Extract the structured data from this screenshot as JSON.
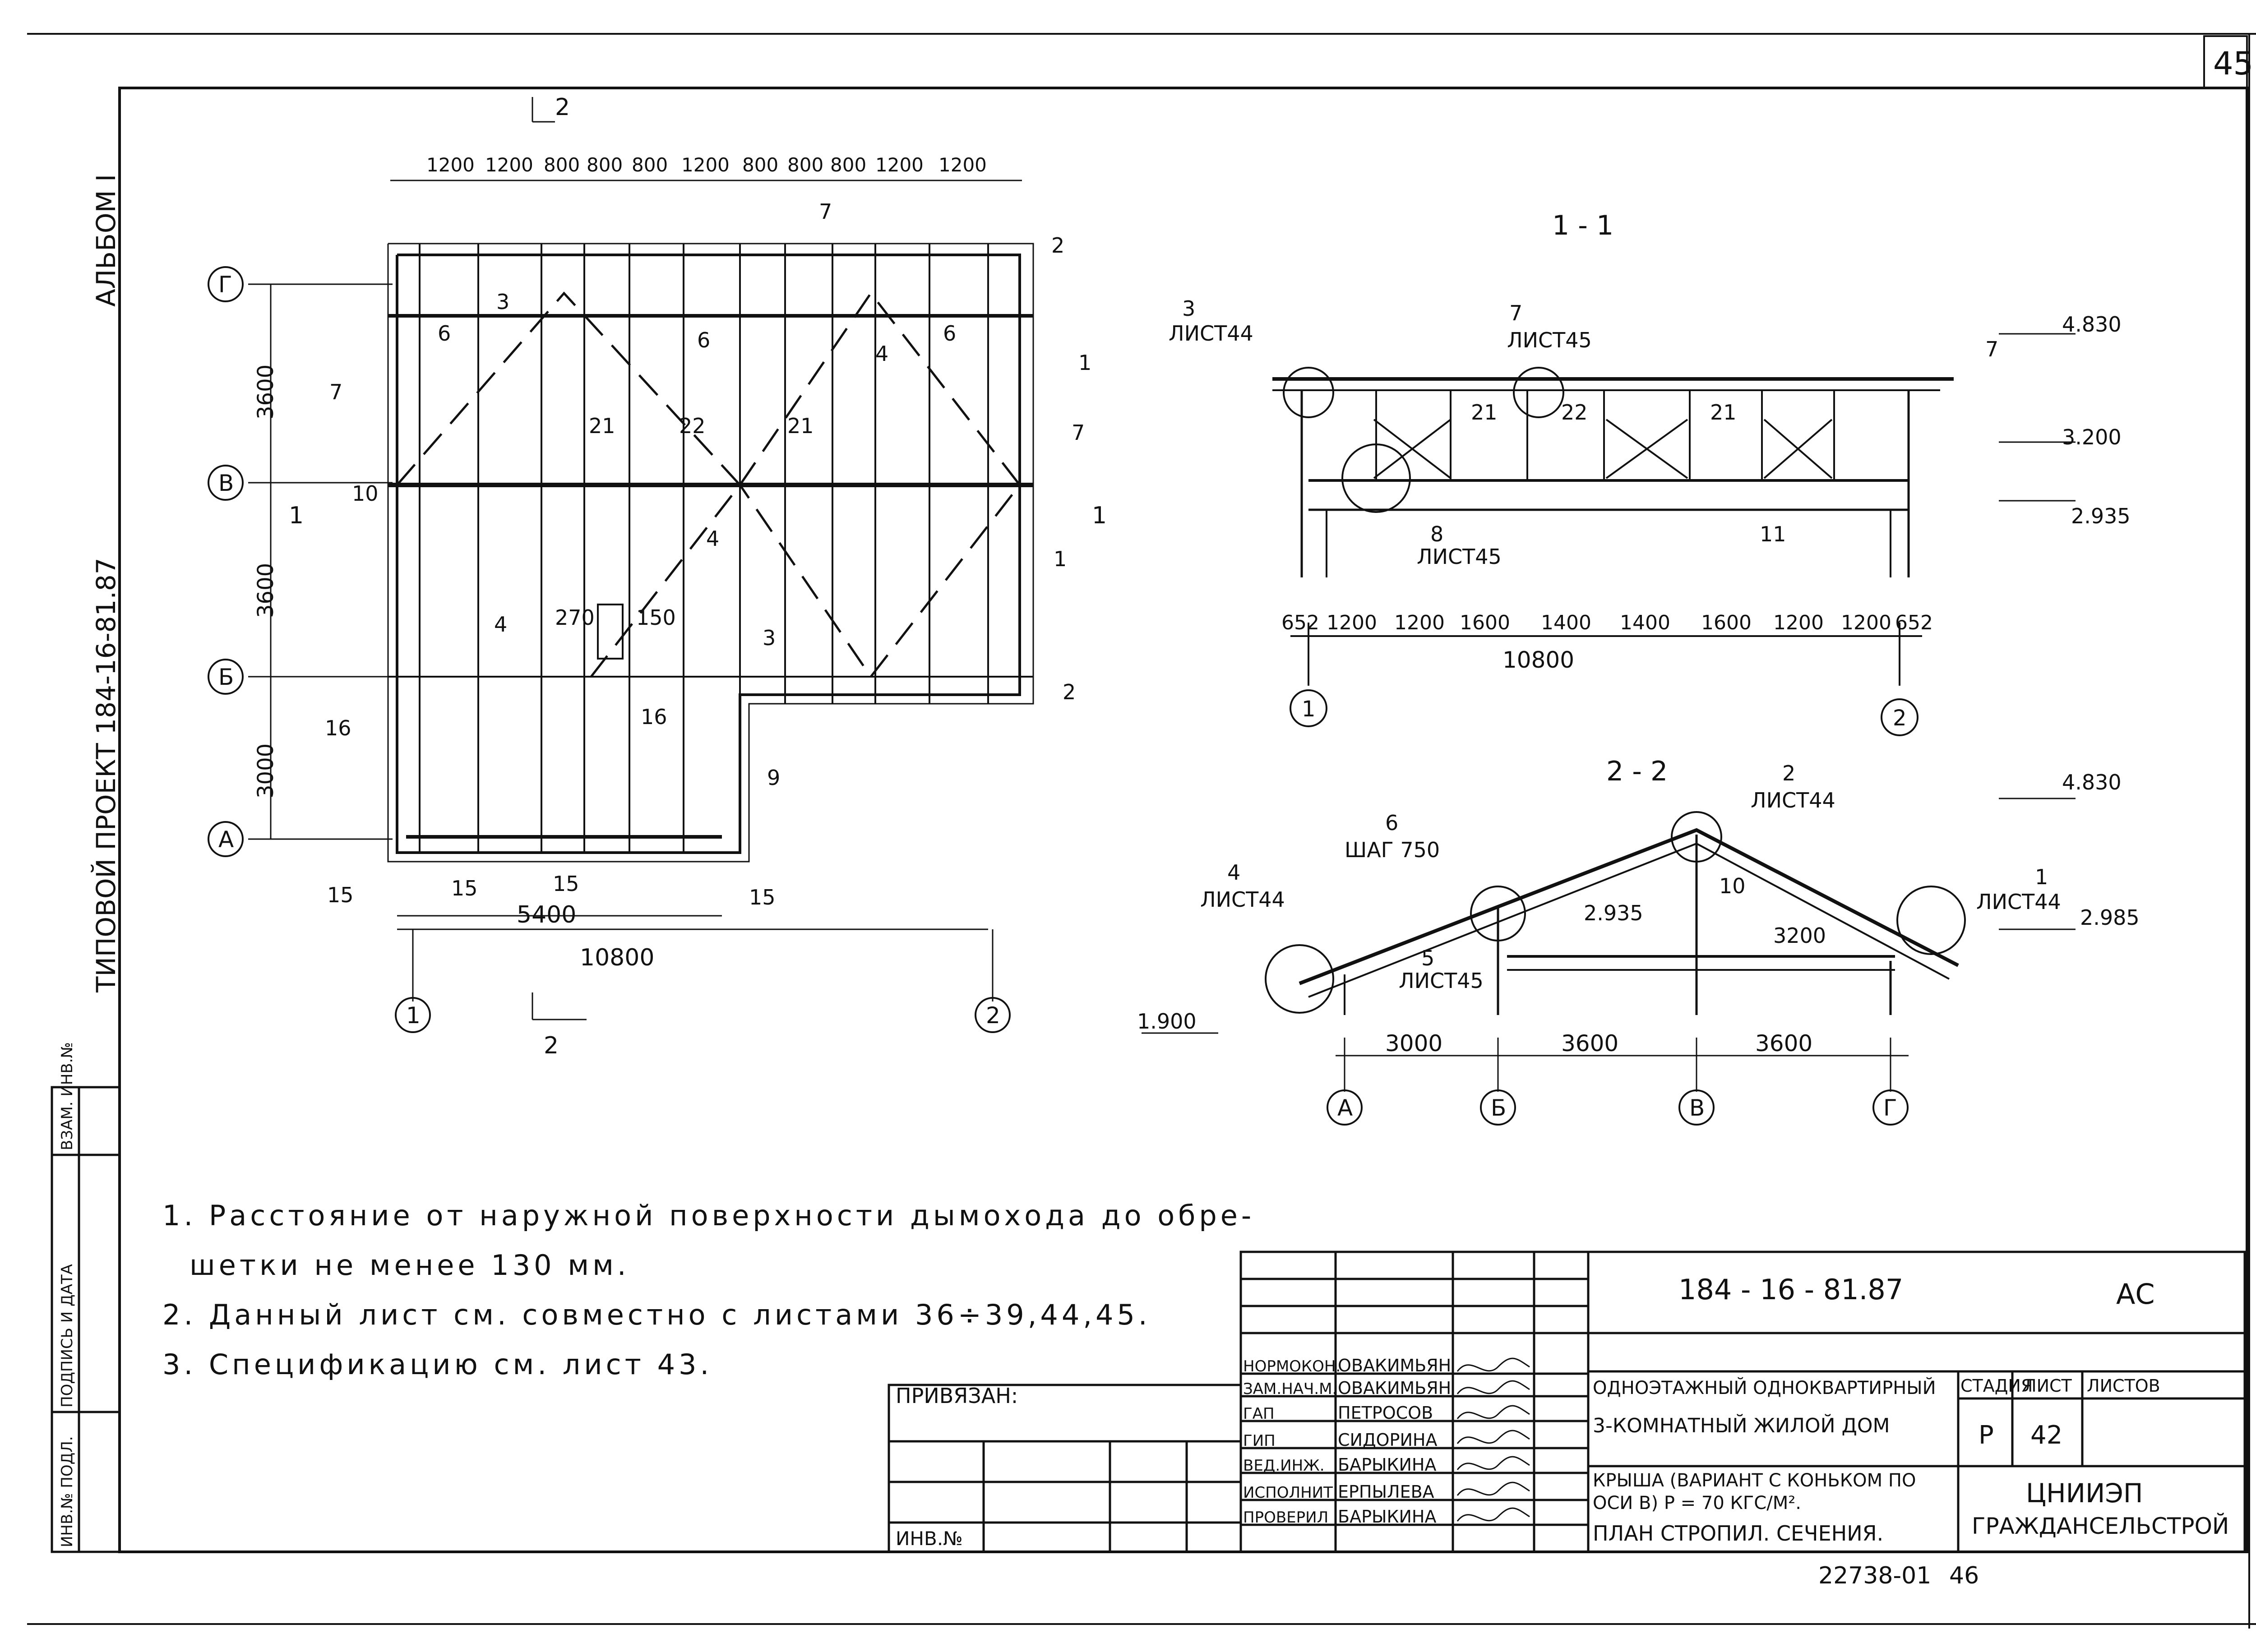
{
  "sheet": {
    "sheet_number": "45",
    "side_label": "АЛЬБОМ I",
    "side_project": "ТИПОВОЙ ПРОЕКТ 184-16-81.87",
    "side_boxes": [
      "ИНВ.№ ПОДЛ.",
      "ПОДПИСЬ И ДАТА",
      "ВЗАМ. ИНВ.№"
    ],
    "bottom_code": "22738-01",
    "bottom_page": "46"
  },
  "plan": {
    "top_dims": [
      "1200",
      "1200",
      "800",
      "800",
      "800",
      "1200",
      "800",
      "800",
      "800",
      "1200",
      "1200"
    ],
    "axes_rows": [
      "Г",
      "В",
      "Б",
      "А"
    ],
    "axes_cols": [
      "1",
      "2"
    ],
    "left_dims": [
      "3600",
      "3600",
      "3000"
    ],
    "bottom_dims": [
      "5400",
      "10800"
    ],
    "section_marks": [
      "2",
      "1"
    ],
    "callouts": [
      "7",
      "2",
      "3",
      "6",
      "6",
      "6",
      "4",
      "1",
      "7",
      "7",
      "10",
      "21",
      "22",
      "21",
      "4",
      "1",
      "4",
      "270",
      "150",
      "3",
      "2",
      "16",
      "16",
      "9",
      "15",
      "15",
      "15",
      "15"
    ]
  },
  "section_1": {
    "title": "1 - 1",
    "callout_left": {
      "num": "3",
      "sheet": "ЛИСТ44"
    },
    "callout_mid": {
      "num": "7",
      "sheet": "ЛИСТ45"
    },
    "callout_bottom": {
      "num": "8",
      "sheet": "ЛИСТ45"
    },
    "labels": [
      "21",
      "22",
      "21",
      "11",
      "7"
    ],
    "elevations": [
      "4.830",
      "3.200",
      "2.935"
    ],
    "dims": [
      "652",
      "1200",
      "1200",
      "1600",
      "1400",
      "1400",
      "1600",
      "1200",
      "1200",
      "652"
    ],
    "total": "10800",
    "axes": [
      "1",
      "2"
    ]
  },
  "section_2": {
    "title": "2 - 2",
    "callout_left": {
      "num": "4",
      "sheet": "ЛИСТ44"
    },
    "callout_top": {
      "num": "2",
      "sheet": "ЛИСТ44"
    },
    "callout_right": {
      "num": "1",
      "sheet": "ЛИСТ44"
    },
    "callout_mid": {
      "num": "5",
      "sheet": "ЛИСТ45"
    },
    "rafter": {
      "num": "6",
      "pitch": "ШАГ 750"
    },
    "post_label": "10",
    "elevations": [
      "4.830",
      "2.985",
      "2.935",
      "3200",
      "1.900"
    ],
    "dims": [
      "3000",
      "3600",
      "3600"
    ],
    "axes": [
      "А",
      "Б",
      "В",
      "Г"
    ]
  },
  "notes": [
    "1. Расстояние от наружной поверхности дымохода до обре-",
    "шетки не менее 130 мм.",
    "2. Данный лист см. совместно с листами 36÷39,44,45.",
    "3. Спецификацию см. лист 43."
  ],
  "title_block": {
    "doc_code": "184 - 16 - 81.87",
    "mark": "АС",
    "bound_label": "ПРИВЯЗАН:",
    "inv_label": "ИНВ.№",
    "staff": [
      {
        "role": "НОРМОКОН.",
        "name": "ОВАКИМЬЯН"
      },
      {
        "role": "ЗАМ.НАЧ.М.",
        "name": "ОВАКИМЬЯН"
      },
      {
        "role": "ГАП",
        "name": "ПЕТРОСОВ"
      },
      {
        "role": "ГИП",
        "name": "СИДОРИНА"
      },
      {
        "role": "ВЕД.ИНЖ.",
        "name": "БАРЫКИНА"
      },
      {
        "role": "ИСПОЛНИТ.",
        "name": "ЕРПЫЛЕВА"
      },
      {
        "role": "ПРОВЕРИЛ",
        "name": "БАРЫКИНА"
      }
    ],
    "project_line1": "ОДНОЭТАЖНЫЙ ОДНОКВАРТИРНЫЙ",
    "project_line2": "3-КОМНАТНЫЙ ЖИЛОЙ ДОМ",
    "sheet_line1": "КРЫША (ВАРИАНТ С КОНЬКОМ ПО",
    "sheet_line2": "ОСИ В) P = 70 КГС/М².",
    "sheet_line3": "ПЛАН СТРОПИЛ. СЕЧЕНИЯ.",
    "stage_header": "СТАДИЯ",
    "sheet_header": "ЛИСТ",
    "sheets_header": "ЛИСТОВ",
    "stage": "Р",
    "sheet_no": "42",
    "org_line1": "ЦНИИЭП",
    "org_line2": "ГРАЖДАНСЕЛЬСТРОЙ"
  }
}
